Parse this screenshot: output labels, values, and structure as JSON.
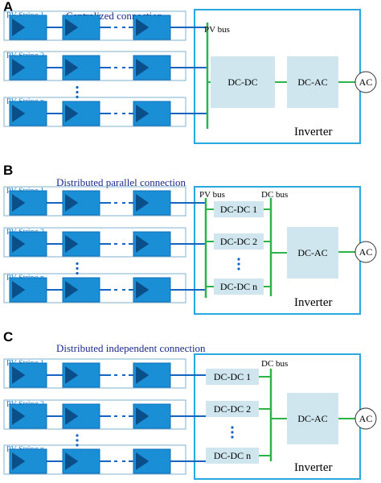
{
  "colors": {
    "module_fill": "#1b8fd6",
    "module_edge": "#0d6fb8",
    "module_triangle": "#0b4f8a",
    "wire": "#1565c0",
    "bus_green": "#2db34a",
    "inverter_border": "#29a8e0",
    "box_fill": "#cfe6ee",
    "string_border": "#7fb0cf",
    "title_color": "#1a2a8a",
    "string_label_color": "#1f86d6"
  },
  "panels": [
    {
      "letter": "A",
      "title": "Centralized connection",
      "strings": [
        "PV String 1",
        "PV String 2",
        "PV String n"
      ],
      "pv_bus": "PV bus",
      "dc_bus": "",
      "dcdc": [
        "DC-DC"
      ],
      "dcac": "DC-AC",
      "ac": "AC",
      "inverter": "Inverter"
    },
    {
      "letter": "B",
      "title": "Distributed parallel connection",
      "strings": [
        "PV String 1",
        "PV String 2",
        "PV String n"
      ],
      "pv_bus": "PV bus",
      "dc_bus": "DC bus",
      "dcdc": [
        "DC-DC 1",
        "DC-DC 2",
        "DC-DC n"
      ],
      "dcac": "DC-AC",
      "ac": "AC",
      "inverter": "Inverter"
    },
    {
      "letter": "C",
      "title": "Distributed independent connection",
      "strings": [
        "PV String 1",
        "PV String 2",
        "PV String n"
      ],
      "pv_bus": "",
      "dc_bus": "DC bus",
      "dcdc": [
        "DC-DC 1",
        "DC-DC 2",
        "DC-DC n"
      ],
      "dcac": "DC-AC",
      "ac": "AC",
      "inverter": "Inverter"
    }
  ]
}
